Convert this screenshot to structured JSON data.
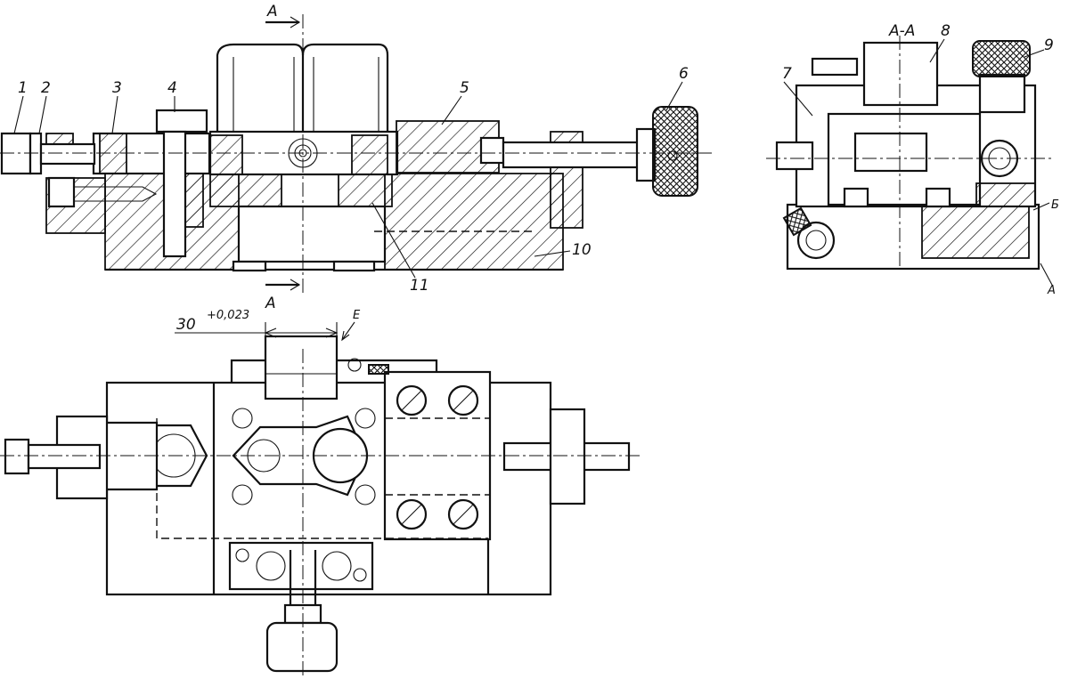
{
  "section_marks": {
    "a_top": "А",
    "a_bottom": "А",
    "section_title": "А-А",
    "b_mark": "Б",
    "a_right": "А"
  },
  "callouts": [
    "1",
    "2",
    "3",
    "4",
    "5",
    "6",
    "7",
    "8",
    "9",
    "10",
    "11"
  ],
  "dimension": {
    "value": "30",
    "tolerance": "+0,023",
    "surface_mark": "Е"
  }
}
